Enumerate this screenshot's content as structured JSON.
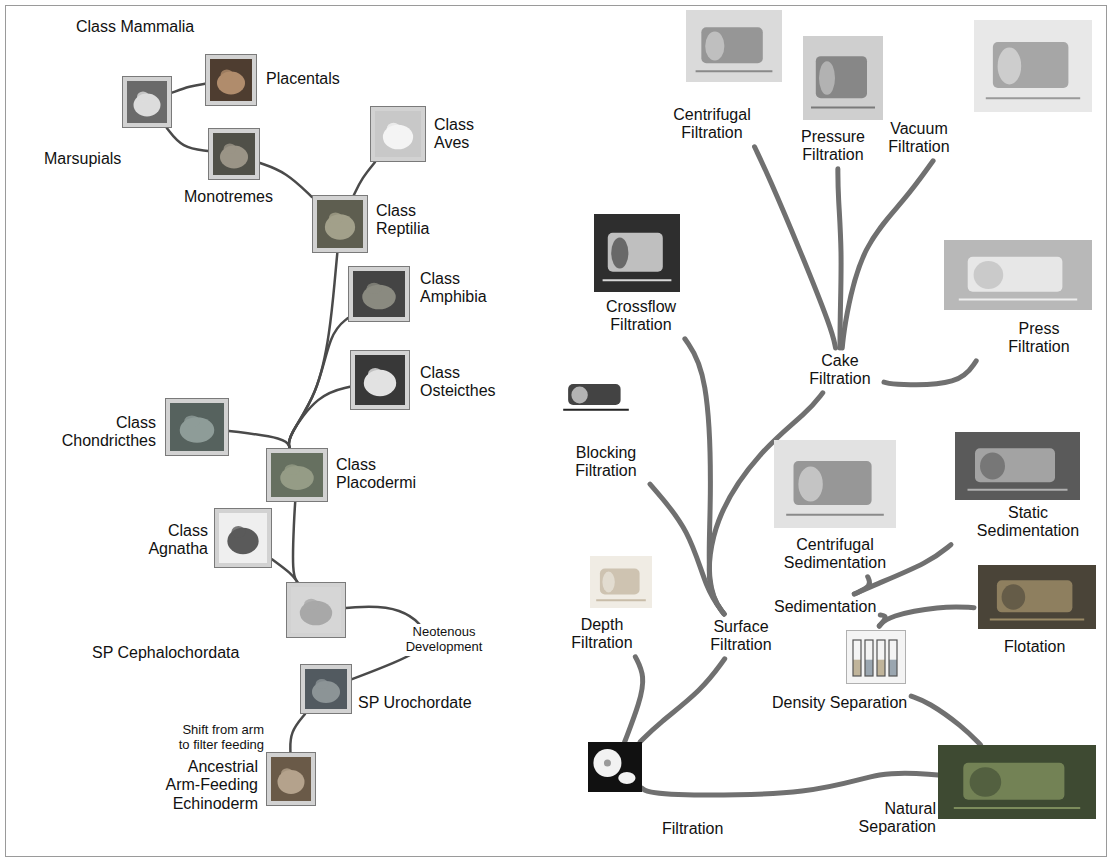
{
  "diagram": {
    "nodes": [
      {
        "text": [
          "Placentals"
        ]
      },
      {
        "text": [
          "Marsupials"
        ]
      },
      {
        "text": [
          "Monotremes"
        ]
      },
      {
        "text": [
          "Class Reptilia"
        ]
      },
      {
        "text": [
          "Class Aves"
        ]
      },
      {
        "text": [
          "Class Amphibia"
        ]
      },
      {
        "text": [
          "Class Osteicthes"
        ]
      },
      {
        "text": [
          "Class Chondricthes"
        ]
      },
      {
        "text": [
          "Class Placodermi"
        ]
      },
      {
        "text": [
          "Class Agnatha"
        ]
      },
      {
        "text": [
          "SP Cephalochordata"
        ]
      },
      {
        "text": [
          "SP Urochordate"
        ]
      },
      {
        "text": [
          "Ancestrial Arm-Feeding Echinoderm"
        ]
      },
      {
        "text": [
          "Filtration"
        ]
      },
      {
        "text": [
          "Natural Separation"
        ]
      },
      {
        "text": [
          "Density Separation"
        ]
      },
      {
        "text": [
          "Sedimentation"
        ]
      },
      {
        "text": [
          "Flotation"
        ]
      },
      {
        "text": [
          "Centrifugal Sedimentation"
        ]
      },
      {
        "text": [
          "Static Sedimentation"
        ]
      },
      {
        "text": [
          "Depth Filtration"
        ]
      },
      {
        "text": [
          "Surface Filtration"
        ]
      },
      {
        "text": [
          "Blocking Filtration"
        ]
      },
      {
        "text": [
          "Crossflow Filtration"
        ]
      },
      {
        "text": [
          "Cake Filtration"
        ]
      },
      {
        "text": [
          "Centrifugal Filtration"
        ]
      },
      {
        "text": [
          "Pressure Filtration"
        ]
      },
      {
        "text": [
          "Vacuum Filtration"
        ]
      },
      {
        "text": [
          "Press Filtration"
        ]
      }
    ],
    "edges": [
      {
        "from": 12,
        "to": 11,
        "arrow": "none",
        "label": "Shift from arm to filter feeding"
      },
      {
        "from": 11,
        "to": 10,
        "arrow": "none",
        "label": "Neotenous Development"
      },
      {
        "from": 10,
        "to": 9,
        "arrow": "none"
      },
      {
        "from": 10,
        "to": 8,
        "arrow": "none"
      },
      {
        "from": 8,
        "to": 7,
        "arrow": "none"
      },
      {
        "from": 8,
        "to": 6,
        "arrow": "none"
      },
      {
        "from": 8,
        "to": 5,
        "arrow": "none"
      },
      {
        "from": 8,
        "to": 3,
        "arrow": "none"
      },
      {
        "from": 3,
        "to": 4,
        "arrow": "none"
      },
      {
        "from": 3,
        "to": 2,
        "arrow": "none"
      },
      {
        "from": 2,
        "to": 1,
        "arrow": "none"
      },
      {
        "from": 1,
        "to": 0,
        "arrow": "none"
      },
      {
        "from": 13,
        "to": 14,
        "arrow": "none"
      },
      {
        "from": 14,
        "to": 15,
        "arrow": "none"
      },
      {
        "from": 15,
        "to": 16,
        "arrow": "none"
      },
      {
        "from": 15,
        "to": 17,
        "arrow": "none"
      },
      {
        "from": 16,
        "to": 18,
        "arrow": "none"
      },
      {
        "from": 16,
        "to": 19,
        "arrow": "none"
      },
      {
        "from": 13,
        "to": 20,
        "arrow": "none"
      },
      {
        "from": 13,
        "to": 21,
        "arrow": "none"
      },
      {
        "from": 21,
        "to": 22,
        "arrow": "none"
      },
      {
        "from": 21,
        "to": 23,
        "arrow": "none"
      },
      {
        "from": 21,
        "to": 24,
        "arrow": "none"
      },
      {
        "from": 24,
        "to": 25,
        "arrow": "none"
      },
      {
        "from": 24,
        "to": 26,
        "arrow": "none"
      },
      {
        "from": 24,
        "to": 27,
        "arrow": "none"
      },
      {
        "from": 24,
        "to": 28,
        "arrow": "none"
      }
    ],
    "labels": [
      "Class Mammalia"
    ]
  }
}
